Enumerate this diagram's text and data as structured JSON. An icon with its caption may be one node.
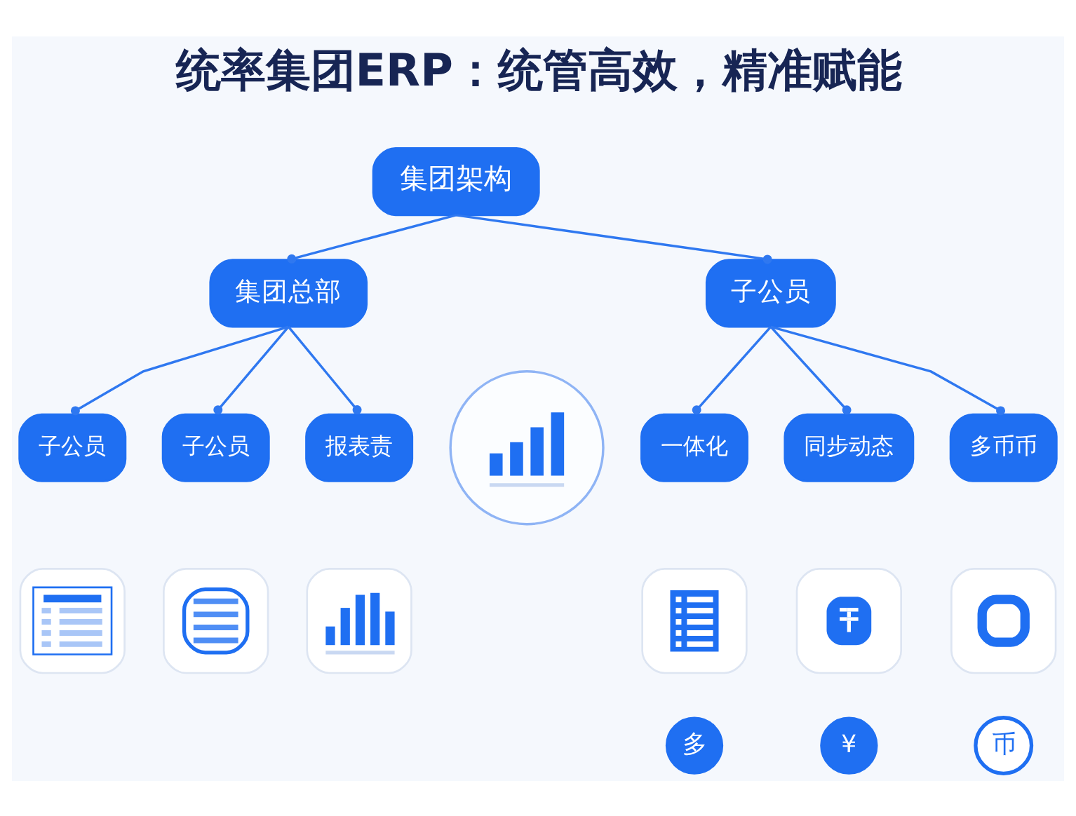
{
  "diagram": {
    "title": "统率集团ERP：统管高效，精准赋能",
    "nodes": [
      {
        "text": [
          "集团架构"
        ]
      },
      {
        "text": [
          "集团总部"
        ]
      },
      {
        "text": [
          "子公员"
        ]
      },
      {
        "text": [
          "子公员"
        ]
      },
      {
        "text": [
          "子公员"
        ]
      },
      {
        "text": [
          "报表责"
        ]
      },
      {
        "text": [],
        "shape": "picture"
      },
      {
        "text": [
          "一体化"
        ]
      },
      {
        "text": [
          "同步动态"
        ]
      },
      {
        "text": [
          "多币币"
        ]
      },
      {
        "text": [],
        "shape": "picture"
      },
      {
        "text": [],
        "shape": "picture"
      },
      {
        "text": [],
        "shape": "picture"
      },
      {
        "text": [],
        "shape": "picture"
      },
      {
        "text": [],
        "shape": "picture"
      },
      {
        "text": [],
        "shape": "picture"
      },
      {
        "text": [
          "多"
        ]
      },
      {
        "text": [
          "¥"
        ]
      },
      {
        "text": [
          "币"
        ]
      }
    ],
    "edges": [
      {
        "from": 0,
        "to": 1,
        "arrow": "other"
      },
      {
        "from": 0,
        "to": 2,
        "arrow": "other"
      },
      {
        "from": 1,
        "to": 3,
        "arrow": "other"
      },
      {
        "from": 1,
        "to": 4,
        "arrow": "other"
      },
      {
        "from": 1,
        "to": 5,
        "arrow": "other"
      },
      {
        "from": 2,
        "to": 7,
        "arrow": "other"
      },
      {
        "from": 2,
        "to": 8,
        "arrow": "other"
      },
      {
        "from": 2,
        "to": 9,
        "arrow": "other"
      }
    ]
  }
}
